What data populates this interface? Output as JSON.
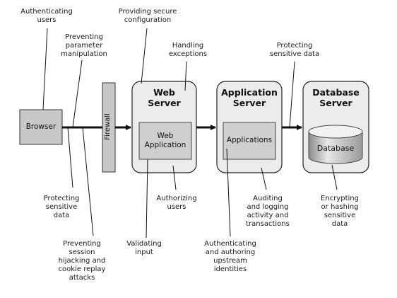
{
  "nodes": {
    "browser": "Browser",
    "firewall": "Firewall",
    "web_server_title": "Web\nServer",
    "web_application": "Web\nApplication",
    "app_server_title": "Application\nServer",
    "applications": "Applications",
    "db_server_title": "Database\nServer",
    "database": "Database"
  },
  "annotations": {
    "authenticating_users": "Authenticating\nusers",
    "preventing_param": "Preventing\nparameter\nmanipulation",
    "providing_config": "Providing secure\nconfiguration",
    "handling_exceptions": "Handling\nexceptions",
    "protecting_top": "Protecting\nsensitive data",
    "protecting_left": "Protecting\nsensitive\ndata",
    "preventing_session": "Preventing\nsession\nhijacking and\ncookie replay\nattacks",
    "authorizing_users": "Authorizing\nusers",
    "validating_input": "Validating\ninput",
    "authenticating_upstream": "Authenticating\nand authoring\nupstream\nidentities",
    "auditing": "Auditing\nand logging\nactivity and\ntransactions",
    "encrypting": "Encrypting\nor hashing\nsensitive\ndata"
  },
  "colors": {
    "box_fill": "#e6e6e6",
    "inner_fill": "#cfcfcf",
    "stroke": "#222222"
  }
}
